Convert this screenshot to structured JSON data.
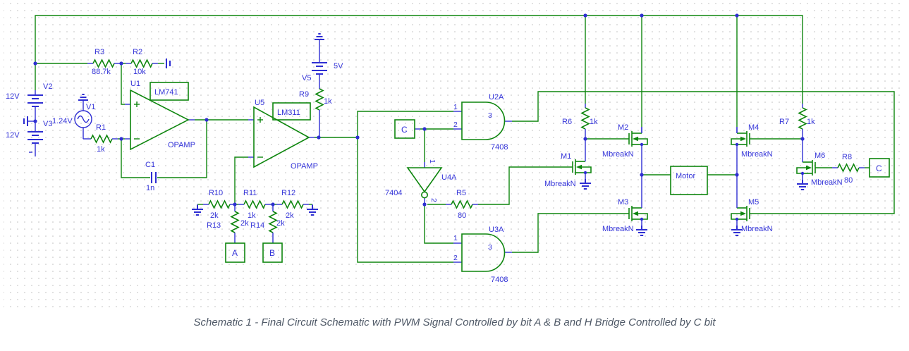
{
  "colors": {
    "wire": "#0e860e",
    "pin": "#2e2ed2",
    "text": "#3434d8",
    "grid": "#bdbdbd",
    "caption": "#4e5866",
    "bg": "#ffffff"
  },
  "schematic": {
    "sources": [
      {
        "ref": "V2",
        "value": "12V"
      },
      {
        "ref": "V3",
        "value": "12V"
      },
      {
        "ref": "V1",
        "value": "1.24V"
      },
      {
        "ref": "V5",
        "value": "5V"
      }
    ],
    "opamps": [
      {
        "ref": "U1",
        "part": "LM741",
        "type": "OPAMP"
      },
      {
        "ref": "U5",
        "part": "LM311",
        "type": "OPAMP"
      }
    ],
    "resistors": [
      {
        "ref": "R1",
        "value": "1k"
      },
      {
        "ref": "R2",
        "value": "10k"
      },
      {
        "ref": "R3",
        "value": "88.7k"
      },
      {
        "ref": "R5",
        "value": "80"
      },
      {
        "ref": "R6",
        "value": "1k"
      },
      {
        "ref": "R7",
        "value": "1k"
      },
      {
        "ref": "R8",
        "value": "80"
      },
      {
        "ref": "R9",
        "value": "1k"
      },
      {
        "ref": "R10",
        "value": "2k"
      },
      {
        "ref": "R11",
        "value": "1k"
      },
      {
        "ref": "R12",
        "value": "2k"
      },
      {
        "ref": "R13",
        "value": "2k"
      },
      {
        "ref": "R14",
        "value": "2k"
      }
    ],
    "capacitor": {
      "ref": "C1",
      "value": "1n"
    },
    "gates": [
      {
        "ref": "U2A",
        "part": "7408",
        "p1": "1",
        "p2": "2",
        "p3": "3"
      },
      {
        "ref": "U3A",
        "part": "7408",
        "p1": "1",
        "p2": "2",
        "p3": "3"
      },
      {
        "ref": "U4A",
        "part": "7404",
        "p1": "1",
        "p2": "2"
      }
    ],
    "mosfets": [
      {
        "ref": "M1",
        "model": "MbreakN"
      },
      {
        "ref": "M2",
        "model": "MbreakN"
      },
      {
        "ref": "M3",
        "model": "MbreakN"
      },
      {
        "ref": "M4",
        "model": "MbreakN"
      },
      {
        "ref": "M5",
        "model": "MbreakN"
      },
      {
        "ref": "M6",
        "model": "MbreakN"
      }
    ],
    "motor": {
      "label": "Motor"
    },
    "ports": {
      "a": "A",
      "b": "B",
      "c_left": "C",
      "c_right": "C"
    }
  },
  "caption": {
    "text": "Schematic 1 - Final Circuit Schematic with PWM Signal Controlled by bit A & B and H Bridge Controlled by C bit"
  }
}
